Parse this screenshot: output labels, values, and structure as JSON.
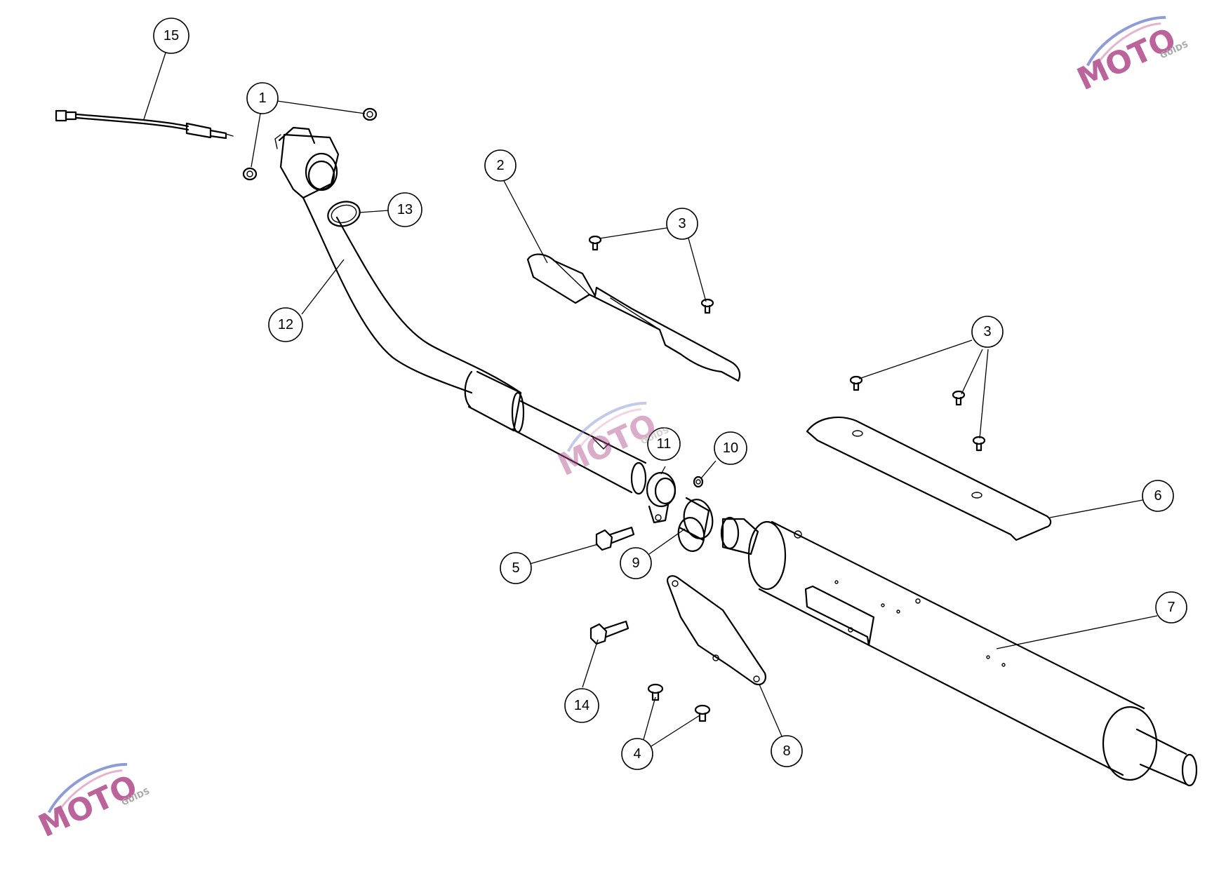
{
  "callouts": {
    "c1": "1",
    "c2": "2",
    "c3a": "3",
    "c3b": "3",
    "c4": "4",
    "c5": "5",
    "c6": "6",
    "c7": "7",
    "c8": "8",
    "c9": "9",
    "c10": "10",
    "c11": "11",
    "c12": "12",
    "c13": "13",
    "c14": "14",
    "c15": "15"
  },
  "watermark": {
    "text": "MOTO",
    "sub": "GUIDS",
    "colors": {
      "swoosh_blue": "#7c8ad0",
      "swoosh_pink": "#e2a6c4",
      "gear": "#9a9a9a"
    }
  }
}
